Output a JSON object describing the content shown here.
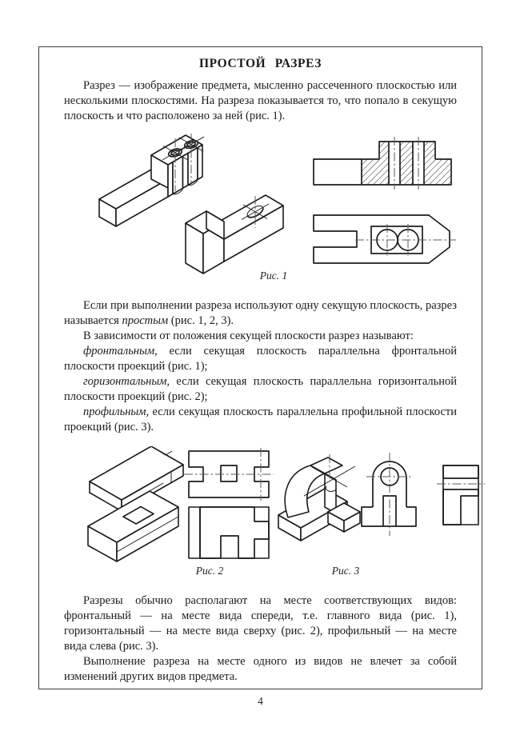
{
  "title": "ПРОСТОЙ РАЗРЕЗ",
  "page": {
    "number": "4"
  },
  "colors": {
    "ink": "#1a1a1a",
    "line": "#1c1c1c",
    "centerline": "#5a5a5a",
    "frame_border": "#3c3c3c"
  },
  "paragraphs": {
    "p1": [
      {
        "t": "Разрез — изображение предмета, мысленно рассеченного плоскостью или несколькими плоскостями. На разреза показывается то, что попало в секущую плоскость и что расположено за ней (рис. 1)."
      }
    ],
    "p2": [
      {
        "t": "Если при выполнении разреза используют одну секущую плоскость, разрез называется "
      },
      {
        "t": "простым",
        "i": true
      },
      {
        "t": " (рис. 1, 2, 3)."
      }
    ],
    "p3": [
      {
        "t": "В зависимости от положения секущей плоскости разрез называют:"
      }
    ],
    "p4": [
      {
        "t": "фронтальным",
        "i": true
      },
      {
        "t": ", если секущая плоскость параллельна фронтальной плоскости проекций (рис. 1);"
      }
    ],
    "p5": [
      {
        "t": "горизонтальным",
        "i": true
      },
      {
        "t": ", если секущая плоскость параллельна горизонтальной плоскости проекций (рис. 2);"
      }
    ],
    "p6": [
      {
        "t": "профильным",
        "i": true
      },
      {
        "t": ", если секущая плоскость параллельна профильной плоскости проекций (рис. 3)."
      }
    ],
    "p7": [
      {
        "t": "Разрезы обычно располагают на месте соответствующих видов: фронтальный — на месте вида спереди, т.е. главного вида (рис. 1), горизонтальный — на месте вида сверху (рис. 2), профильный — на месте вида слева (рис. 3)."
      }
    ],
    "p8": [
      {
        "t": "Выполнение разреза на месте одного из видов не влечет за собой изменений других видов предмета."
      }
    ]
  },
  "figures": {
    "fig1": {
      "caption": "Рис. 1"
    },
    "fig2": {
      "caption": "Рис. 2"
    },
    "fig3": {
      "caption": "Рис. 3"
    }
  }
}
